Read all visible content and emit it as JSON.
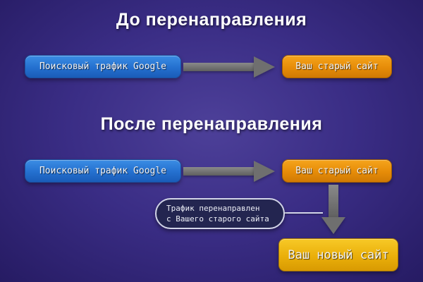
{
  "colors": {
    "background_outer": "#261b63",
    "background_inner": "#4d4099",
    "blue_box": "#2470cf",
    "orange_box": "#e68c08",
    "gold_box": "#eaaf0a",
    "arrow": "#6f6f6f",
    "callout_bg": "#232550",
    "callout_border": "#d2d5e8"
  },
  "sections": {
    "before": {
      "title": "До перенаправления",
      "source_label": "Поисковый трафик Google",
      "old_site_label": "Ваш старый сайт"
    },
    "after": {
      "title": "После перенаправления",
      "source_label": "Поисковый трафик Google",
      "old_site_label": "Ваш старый сайт",
      "new_site_label": "Ваш новый сайт",
      "callout_line1": "Трафик перенаправлен",
      "callout_line2": "с Вашего старого сайта"
    }
  }
}
